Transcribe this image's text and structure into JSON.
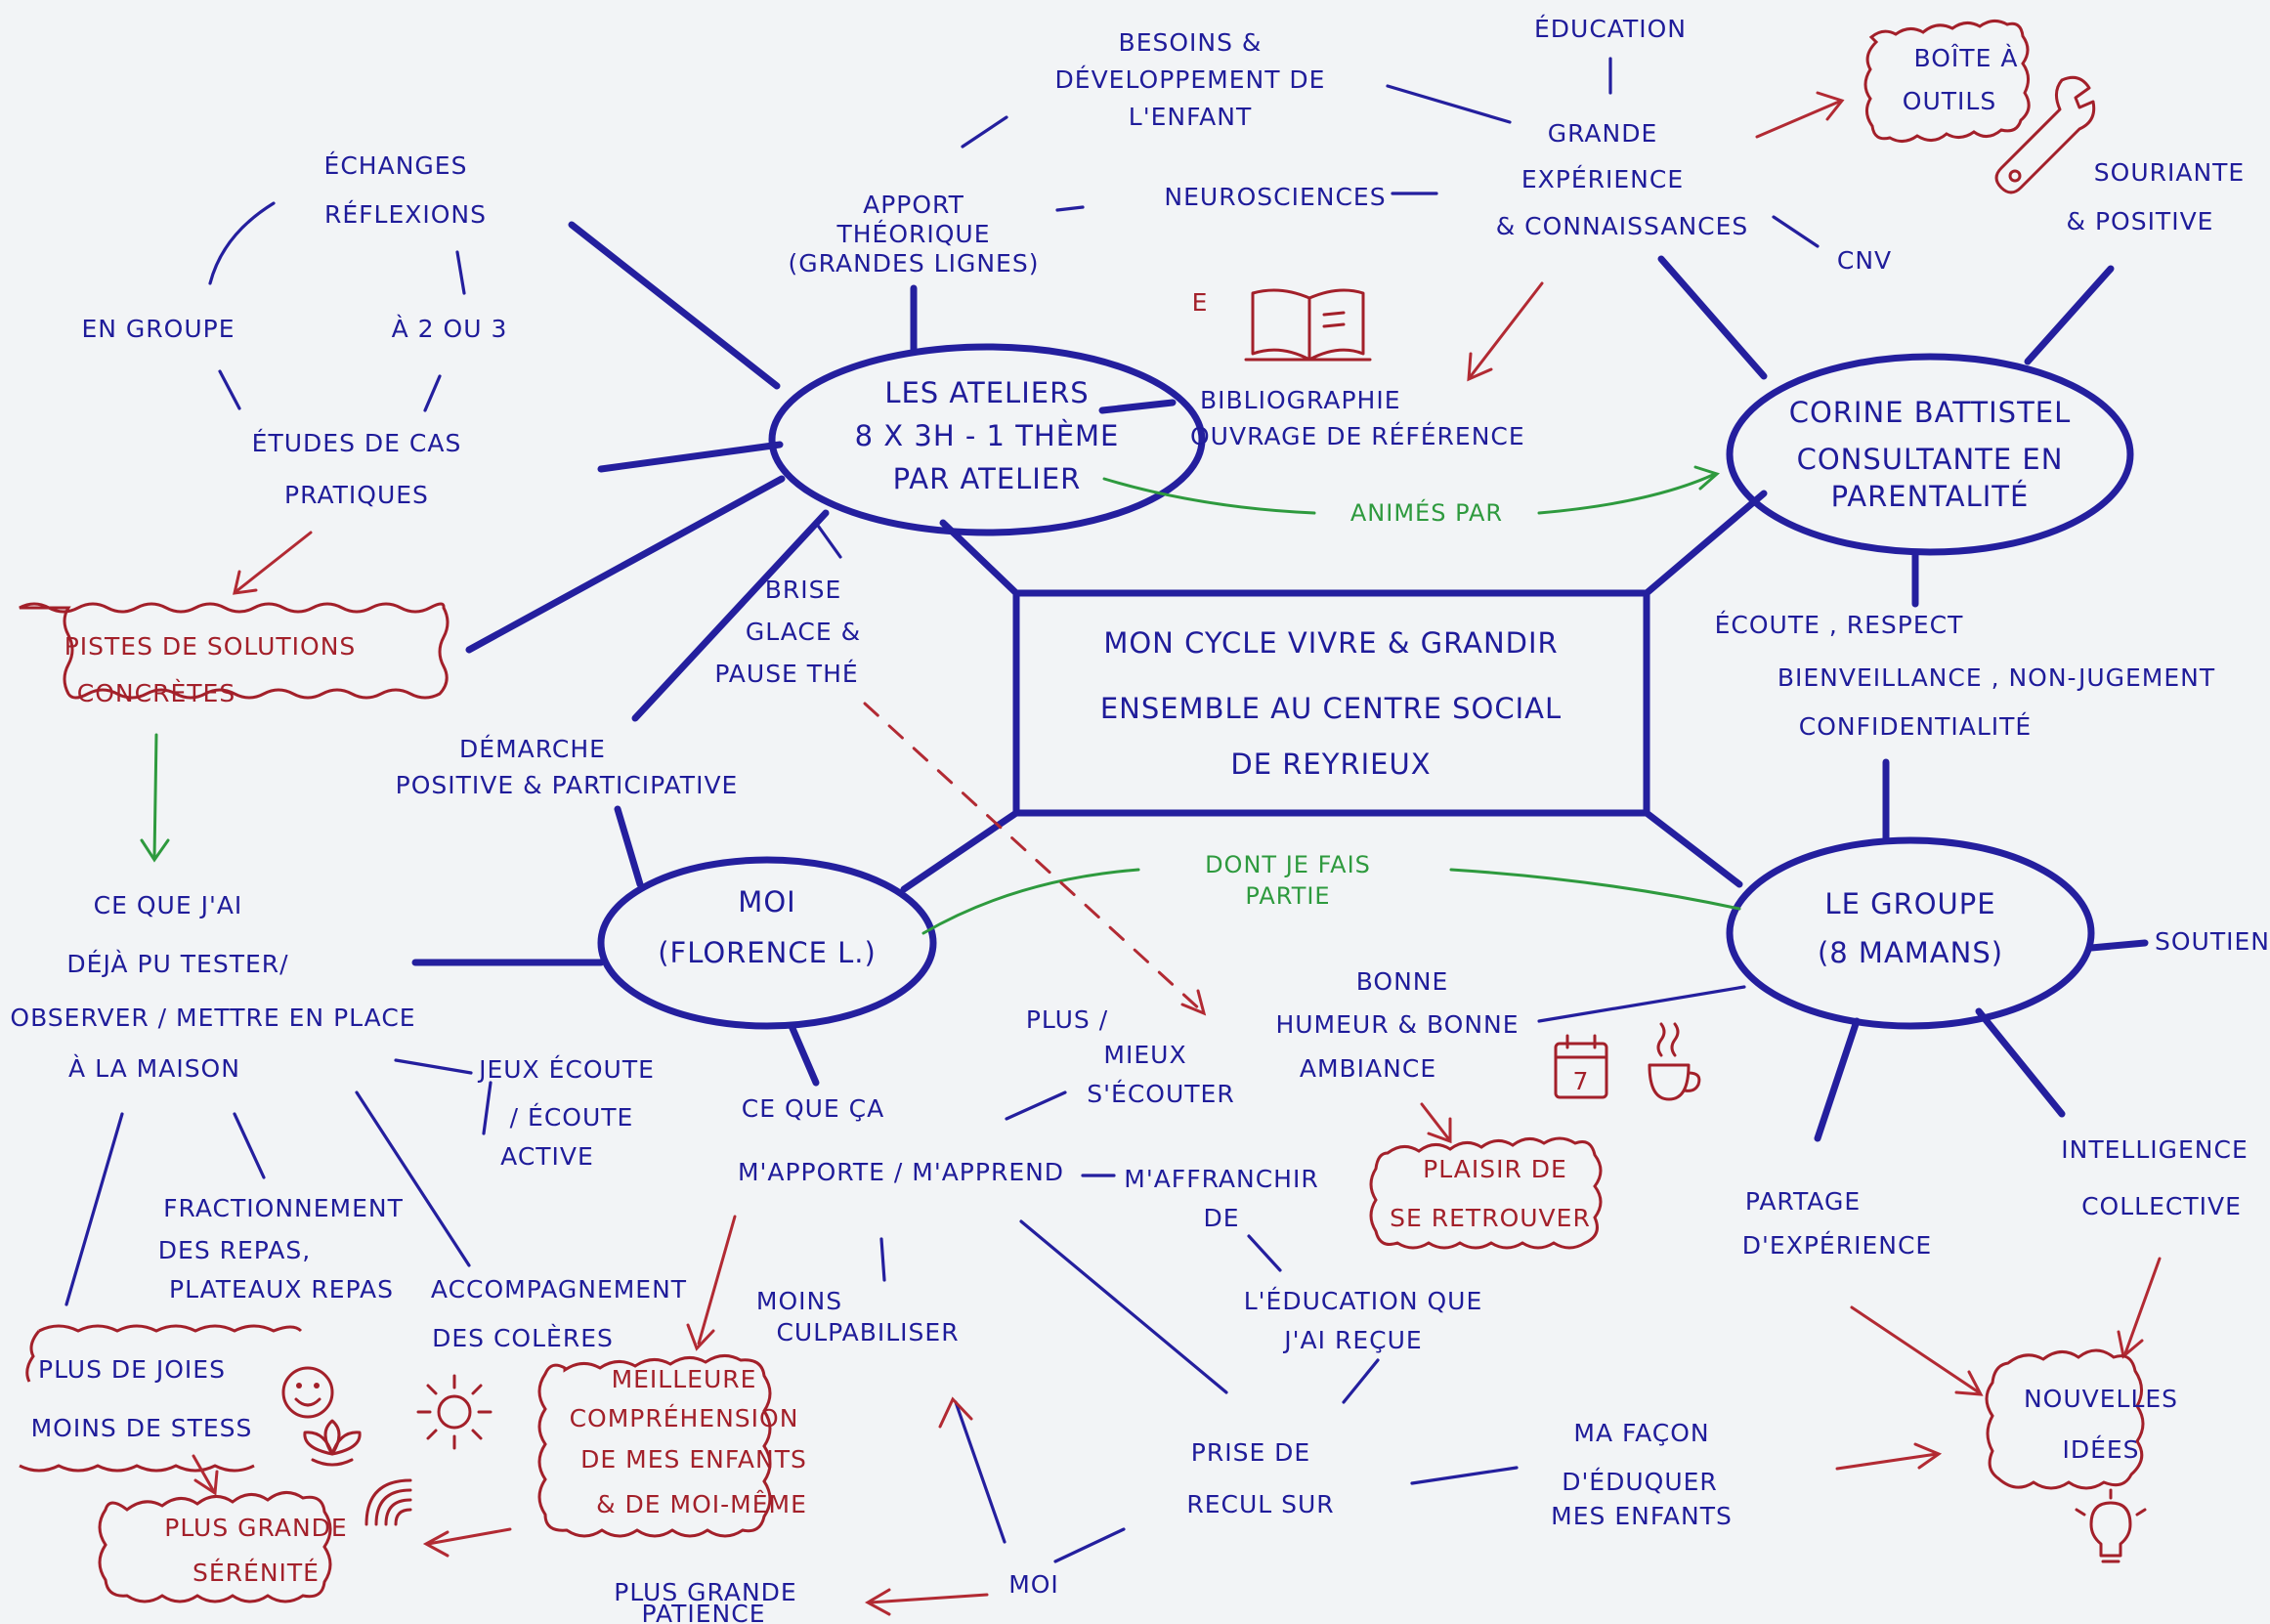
{
  "center": [
    "Mon cycle   vivre & grandir",
    "ensemble  au  centre  social",
    "de  reyrieux"
  ],
  "ateliers": [
    "Les ateliers",
    "8 x 3h - 1 thème",
    "par atelier"
  ],
  "corine": [
    "Corine Battistel",
    "consultante en",
    "parentalité"
  ],
  "moi": [
    "Moi",
    "(Florence L.)"
  ],
  "groupe": [
    "Le groupe",
    "(8 mamans)"
  ],
  "links": {
    "animes_par": "Animés par",
    "dont": [
      "Dont je fais",
      "partie"
    ]
  },
  "ateliers_branches": {
    "echanges": [
      "Échanges",
      "réflexions"
    ],
    "en_groupe": "En groupe",
    "a2ou3": "À 2 ou 3",
    "etudes": [
      "Études de cas",
      "pratiques"
    ],
    "apport": [
      "Apport",
      "théorique",
      "(grandes lignes)"
    ],
    "besoins": [
      "Besoins &",
      "développement de",
      "l'enfant"
    ],
    "neuro": "Neurosciences",
    "biblio": [
      "Bibliographie",
      "ouvrage de référence"
    ],
    "brise": [
      "Brise",
      "glace &",
      "pause thé"
    ],
    "demarche": [
      "Démarche",
      "positive & participative"
    ]
  },
  "pistes": [
    "Pistes de solutions",
    "concrètes"
  ],
  "corine_branches": {
    "education": "Éducation",
    "grande": [
      "Grande",
      "expérience",
      "& connaissances"
    ],
    "cnv": "CNV",
    "boite": [
      "Boîte à",
      "outils"
    ],
    "souriante": [
      "Souriante",
      "& positive"
    ],
    "ecoute": [
      "Écoute , respect",
      "bienveillance , non-jugement",
      "confidentialité"
    ]
  },
  "groupe_branches": {
    "soutien": "Soutien",
    "intelligence": [
      "Intelligence",
      "collective"
    ],
    "partage": [
      "Partage",
      "d'expérience"
    ],
    "nouvelles": [
      "Nouvelles",
      "idées"
    ],
    "bonne": [
      "Bonne",
      "humeur & bonne",
      "ambiance"
    ],
    "plaisir": [
      "Plaisir de",
      "se retrouver"
    ]
  },
  "moi_branches": {
    "ce_que_jai": [
      "Ce que j'ai",
      "déjà pu tester/",
      "observer / mettre en place",
      "à la maison"
    ],
    "jeux": [
      "Jeux écoute",
      "/ écoute",
      "active"
    ],
    "fraction": [
      "Fractionnement",
      "des repas,",
      "plateaux repas"
    ],
    "accomp": [
      "Accompagnement",
      "des colères"
    ],
    "joies": [
      "Plus de joies",
      "moins de stess"
    ],
    "serenite": [
      "Plus grande",
      "sérénité"
    ],
    "apporte": [
      "Ce que ça",
      "m'apporte / m'apprend"
    ],
    "plus_mieux": [
      "Plus /",
      "mieux",
      "s'écouter"
    ],
    "affranchir": [
      "M'affranchir",
      "de",
      "l'éducation que",
      "j'ai reçue"
    ],
    "moins": [
      "Moins",
      "culpabiliser"
    ],
    "meilleure": [
      "Meilleure",
      "compréhension",
      "de mes enfants",
      "& de moi-même"
    ],
    "prise": [
      "Prise de",
      "recul sur"
    ],
    "mafacon": [
      "Ma façon",
      "d'éduquer",
      "mes enfants"
    ],
    "moi2": "Moi",
    "patience": [
      "Plus grande",
      "patience"
    ]
  },
  "icon_labels": {
    "calendar_day": "7",
    "book_mark": "E"
  },
  "colors": {
    "blue": "#241f9e",
    "red": "#a3202a",
    "green": "#2e9a3e",
    "paper": "#f2f4f6"
  }
}
